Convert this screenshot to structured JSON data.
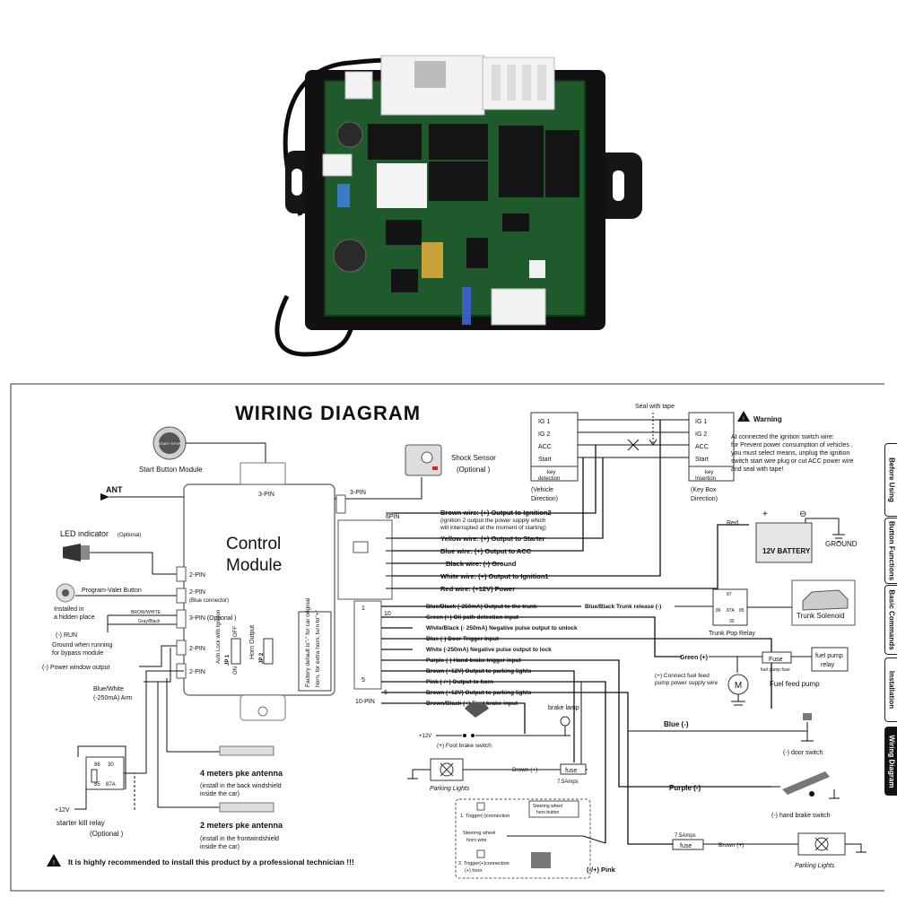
{
  "colors": {
    "board": "#1f5a2c",
    "case": "#111111",
    "connector": "#f2f2f2",
    "relay": "#151515",
    "warning": "#111111",
    "battery": "#e6e6e6"
  },
  "title": "WIRING  DIAGRAM",
  "start_button": {
    "label": "Start Button Module",
    "cap": "START STOP"
  },
  "shock_sensor": {
    "label1": "Shock Sensor",
    "label2": "(Optional )",
    "pin": "3-PIN"
  },
  "ant": "ANT",
  "control_module": {
    "line1": "Control",
    "line2": "Module",
    "pin_top": "3-PIN",
    "pin_bottom": "10-PIN",
    "pin_6": "6PIN"
  },
  "led": {
    "label": "LED indicator",
    "optional": "(Optional)"
  },
  "program_valet": {
    "label": "Program-Valet Button",
    "note1": "Installed in",
    "note2": "a hidden place"
  },
  "run": {
    "brow": "BROW/WHITE",
    "gray": "Gray/Black",
    "label": "(-) RUN",
    "note1": "Ground when running",
    "note2": "for bypass module"
  },
  "power_window": "(-) Power window output",
  "pins_left": [
    "2-PIN",
    "2-PIN",
    "(Blue connector)",
    "3-PIN (Optional )",
    "2-PIN",
    "2-PIN"
  ],
  "jp1": {
    "label": "Auto Lock with Ignition",
    "on": "ON",
    "off": "OFF",
    "name": "JP 1"
  },
  "jp2": {
    "label": "Horn Output",
    "name": "JP 2"
  },
  "factory": [
    "Factory default is\"-\" for car original",
    "horn, for extra horn, turn to\"+\""
  ],
  "blue_white_arm": {
    "line1": "Blue/White",
    "line2": "(-250mA) Arm"
  },
  "relay": {
    "p86": "86",
    "p30": "30",
    "p85": "85",
    "p87a": "87A",
    "v12": "+12V",
    "label": "starter kill relay",
    "optional": "(Optional )"
  },
  "antenna4": {
    "title": "4 meters pke  antenna",
    "note1": "(install in the back windshield",
    "note2": "inside the car)"
  },
  "antenna2": {
    "title": "2 meters pke antenna",
    "note1": "(install in the  frontwindshield",
    "note2": "inside the car)"
  },
  "recommend": "It is highly recommended to install this product by a professional technician !!!",
  "seal": "Seal with tape",
  "ig_left": {
    "rows": [
      "IG 1",
      "IG 2",
      "ACC",
      "Start"
    ],
    "foot1": "key",
    "foot2": "detection",
    "dir1": "(Vehicle",
    "dir2": "Direction)"
  },
  "ig_right": {
    "rows": [
      "IG 1",
      "IG 2",
      "ACC",
      "Start"
    ],
    "foot1": "key",
    "foot2": "Insertion",
    "dir1": "(Key Box",
    "dir2": "Direction)"
  },
  "warning": {
    "title": "Warning",
    "lines": [
      "At connected the ignition switch wire:",
      "for Prevent power consumption of vehicles ,",
      "you must select means, unplug the ignition",
      "switch start wire plug  or cut ACC power wire",
      "and seal with tape!"
    ]
  },
  "wires6": [
    {
      "label": "Brown wire:  (+) Output to Ignition2",
      "note1": "(ignition 2 output the power supply which",
      "note2": "will interrupted at the moment of starting)"
    },
    {
      "label": "Yellow wire:  (+) Output to Starter"
    },
    {
      "label": "Blue wire:  (+) Output to ACC"
    },
    {
      "label": "Black wire:  (-) Ground"
    },
    {
      "label": "White wire: (+) Output to Ignition1"
    },
    {
      "label": "Red wire:  (+12V) Power"
    }
  ],
  "battery": {
    "red": "Red",
    "plus": "+",
    "minus": "⊖",
    "label": "12V BATTERY",
    "ground": "GROUND"
  },
  "wires10": [
    {
      "label": "Blue/Black  (-250mA) Output to the trunk"
    },
    {
      "label": "Green  (+) Oil path detection  input"
    },
    {
      "label": "White/Black (- 250mA) Negative pulse output to unlock"
    },
    {
      "label": "Blue    (-) Door Trigger Input"
    },
    {
      "label": "White  (-250mA) Negative pulse output to lock"
    },
    {
      "label": "Purple  (-) Hand brake trigger input"
    },
    {
      "label": "Brown (+12V) Output to parking lights"
    },
    {
      "label": "Pink   (-/+) Output to  horn"
    },
    {
      "label": "Brown (+12V) Output to parking lights"
    },
    {
      "label": "Brown/Black (+) Foot brake input"
    }
  ],
  "pin_nums": [
    "1",
    "10",
    "5",
    "6"
  ],
  "trunk": {
    "wire": "Blue/Black  Trunk release (-)",
    "relay": "Trunk Pop Relay",
    "solenoid": "Trunk Solenoid",
    "r87": "87",
    "r86": "86",
    "r87a": "87A",
    "r85": "85",
    "r30": "30"
  },
  "fuel": {
    "green": "Green (+)",
    "fuse": "Fuse",
    "fuse_label": "fuel pump fuse",
    "relay1": "fuel pump",
    "relay2": "relay",
    "note1": "(+) Connect fuel feed",
    "note2": "pump power supply wire",
    "pump": "Fuel  feed  pump",
    "m": "M"
  },
  "brake_lamp": "brake lamp",
  "foot_brake": {
    "v12": "+12V",
    "label": "(+) Foot brake switch"
  },
  "parking1": {
    "label": "Parking Lights",
    "brown": "Brown (+)",
    "fuse": "fuse",
    "amps": "7.5Amps"
  },
  "door": {
    "wire": "Blue (-)",
    "label": "(-)  door switch"
  },
  "hand": {
    "wire": "Purple  (-)",
    "label": "(-) hand brake switch"
  },
  "horn_box": {
    "t1": "1. Trigger(-)connection",
    "sw1": "Steering wheel",
    "sw2": "horn button",
    "wire1": "Steering wheel",
    "wire2": "horn wire",
    "t2a": "2. Trigger(+)connection",
    "t2b": "(+) horn",
    "pink": "(-/+) Pink"
  },
  "parking2": {
    "amps": "7.5Amps",
    "fuse": "fuse",
    "brown": "Brown (+)",
    "label": "Parking Lights"
  },
  "tabs": [
    "Before Using",
    "Button Functions",
    "Basic Commands",
    "Installation",
    "Wiring Diagram"
  ]
}
